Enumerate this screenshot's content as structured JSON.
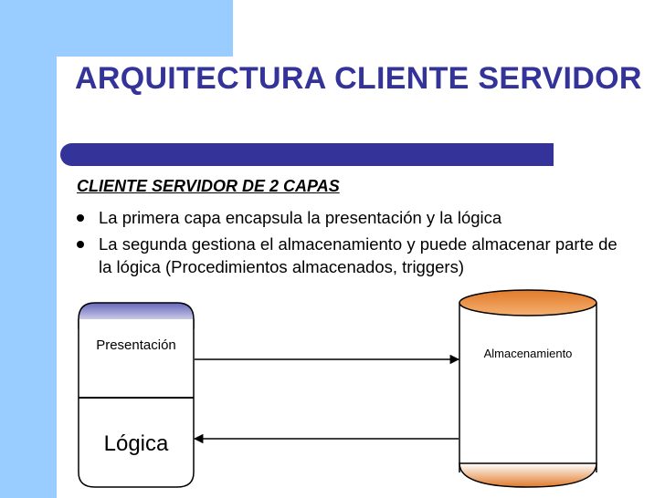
{
  "slide": {
    "title": "ARQUITECTURA CLIENTE SERVIDOR",
    "subtitle": "CLIENTE SERVIDOR DE 2 CAPAS",
    "bullets": [
      "La primera capa encapsula la presentación y la lógica",
      "La segunda gestiona el almacenamiento y puede almacenar parte de la lógica (Procedimientos almacenados, triggers)"
    ]
  },
  "diagram": {
    "client_top_label": "Presentación",
    "client_bottom_label": "Lógica",
    "server_label": "Almacenamiento"
  },
  "colors": {
    "accent": "#333399",
    "background_block": "#99ccff",
    "cylinder_top": "#e8883a",
    "client_top": "#8888cc"
  }
}
